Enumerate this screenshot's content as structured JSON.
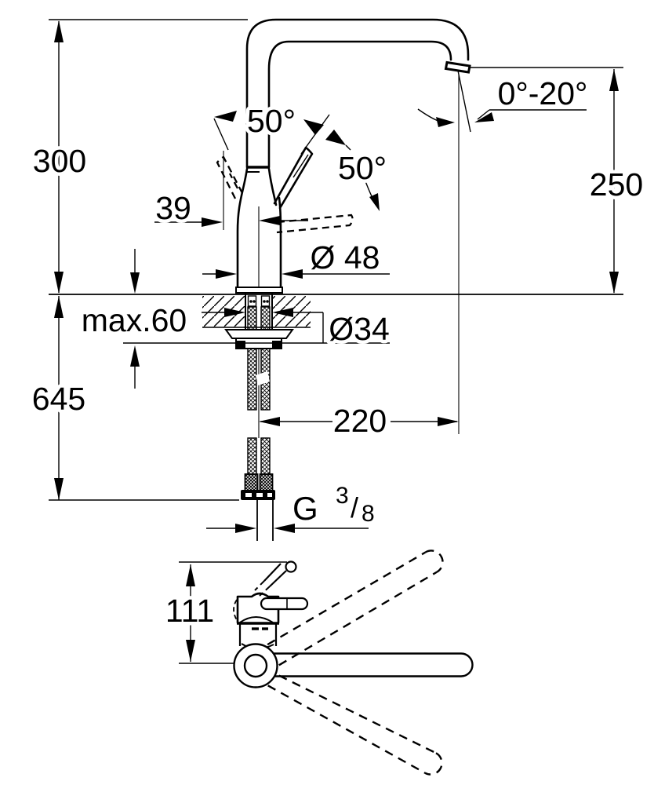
{
  "figure": {
    "type": "technical-dimension-drawing",
    "subject": "single-lever kitchen sink mixer tap, front view and top view",
    "line_color": "#000000",
    "background_color": "#ffffff"
  },
  "front_view": {
    "dim_height_above_deck": "300",
    "dim_outlet_height": "250",
    "dim_height_below_deck": "645",
    "dim_max_deck_thickness": "max.60",
    "dim_body_diameter": "Ø 48",
    "dim_hole_diameter": "Ø34",
    "dim_handle_offset": "39",
    "dim_handle_angle_back": "50°",
    "dim_handle_angle_front": "50°",
    "dim_aerator_swivel_range": "0°-20°",
    "dim_spout_reach": "220",
    "thread_g": "G",
    "thread_numerator": "3",
    "thread_slash": "/",
    "thread_denominator": "8"
  },
  "top_view": {
    "dim_handle_clearance": "111"
  }
}
